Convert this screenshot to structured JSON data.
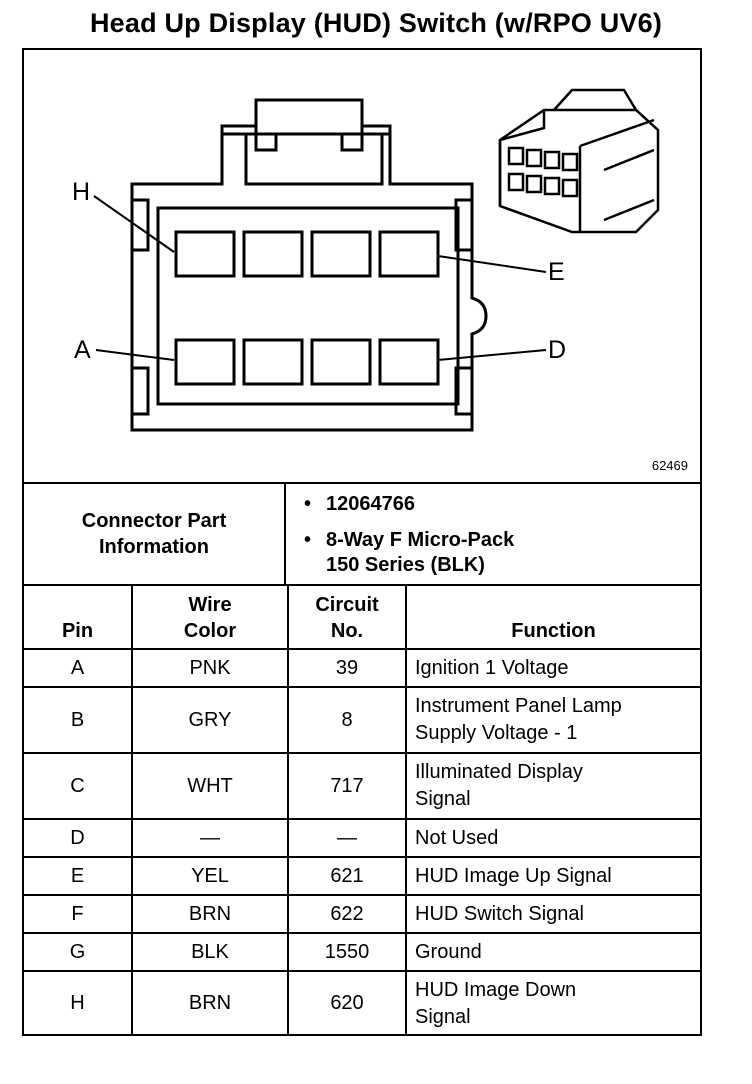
{
  "title": "Head Up Display (HUD) Switch (w/RPO UV6)",
  "figure_number": "62469",
  "diagram_labels": {
    "h": "H",
    "e": "E",
    "a": "A",
    "d": "D"
  },
  "connector_info": {
    "label_line1": "Connector Part",
    "label_line2": "Information",
    "bullet": "•",
    "part_number": "12064766",
    "description_line1": "8-Way F Micro-Pack",
    "description_line2": "150 Series (BLK)"
  },
  "table": {
    "headers": {
      "pin": "Pin",
      "wire_color_1": "Wire",
      "wire_color_2": "Color",
      "circuit_1": "Circuit",
      "circuit_2": "No.",
      "function": "Function"
    },
    "rows": [
      {
        "pin": "A",
        "color": "PNK",
        "circuit": "39",
        "func1": "Ignition 1 Voltage",
        "func2": ""
      },
      {
        "pin": "B",
        "color": "GRY",
        "circuit": "8",
        "func1": "Instrument Panel Lamp",
        "func2": "Supply Voltage - 1"
      },
      {
        "pin": "C",
        "color": "WHT",
        "circuit": "717",
        "func1": "Illuminated Display",
        "func2": "Signal"
      },
      {
        "pin": "D",
        "color": "—",
        "circuit": "—",
        "func1": "Not Used",
        "func2": ""
      },
      {
        "pin": "E",
        "color": "YEL",
        "circuit": "621",
        "func1": "HUD Image Up Signal",
        "func2": ""
      },
      {
        "pin": "F",
        "color": "BRN",
        "circuit": "622",
        "func1": "HUD Switch Signal",
        "func2": ""
      },
      {
        "pin": "G",
        "color": "BLK",
        "circuit": "1550",
        "func1": "Ground",
        "func2": ""
      },
      {
        "pin": "H",
        "color": "BRN",
        "circuit": "620",
        "func1": "HUD Image Down",
        "func2": "Signal"
      }
    ]
  }
}
